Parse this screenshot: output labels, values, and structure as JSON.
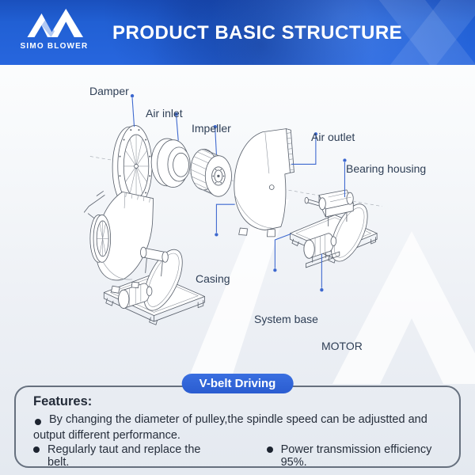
{
  "header": {
    "brand": "SIMO BLOWER",
    "title": "PRODUCT BASIC STRUCTURE"
  },
  "diagram": {
    "labels": [
      {
        "id": "damper",
        "text": "Damper"
      },
      {
        "id": "air-inlet",
        "text": "Air inlet"
      },
      {
        "id": "impeller",
        "text": "Impeller"
      },
      {
        "id": "air-outlet",
        "text": "Air outlet"
      },
      {
        "id": "bearing-housing",
        "text": "Bearing housing"
      },
      {
        "id": "casing",
        "text": "Casing"
      },
      {
        "id": "system-base",
        "text": "System base"
      },
      {
        "id": "motor",
        "text": "MOTOR"
      }
    ]
  },
  "badge": {
    "label": "V-belt Driving"
  },
  "features": {
    "heading": "Features:",
    "bullet_1": "By changing the diameter of pulley,the spindle speed can be adjustted and output different performance.",
    "bullet_2": "Regularly taut and replace the belt.",
    "bullet_3": "Power transmission efficiency 95%."
  },
  "colors": {
    "header_blue": "#2160d4",
    "badge_blue": "#2e63d8",
    "leader_blue": "#3d68cf",
    "label_text": "#2e3e55",
    "body_text": "#262e3b"
  }
}
